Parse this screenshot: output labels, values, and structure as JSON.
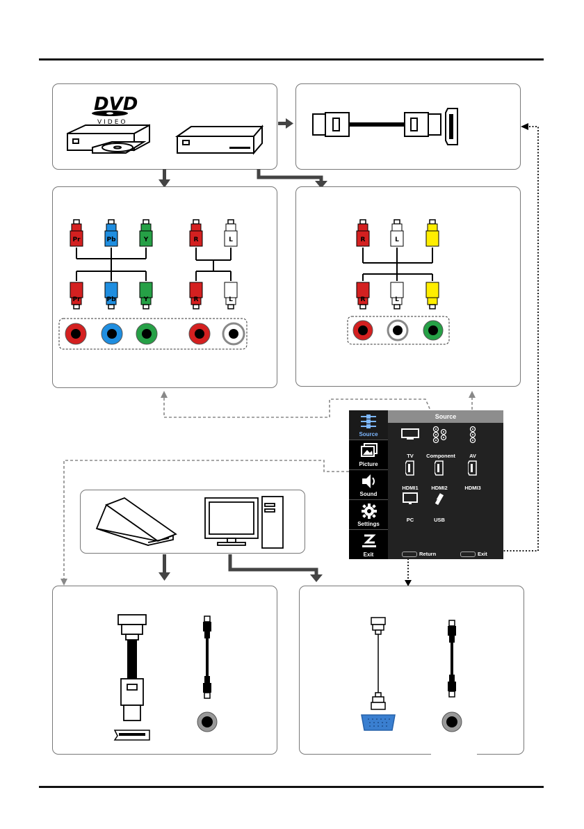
{
  "dvd_logo": {
    "word": "DVD",
    "sub": "VIDEO"
  },
  "component_labels": {
    "pr": "Pr",
    "pb": "Pb",
    "y": "Y",
    "r": "R",
    "l": "L"
  },
  "av_labels": {
    "r": "R",
    "l": "L"
  },
  "osd": {
    "sidebar": [
      "Source",
      "Picture",
      "Sound",
      "Settings",
      "Exit"
    ],
    "header": "Source",
    "sources": [
      "TV",
      "Component",
      "AV",
      "HDMI1",
      "HDMI2",
      "HDMI3",
      "PC",
      "USB"
    ],
    "footer": {
      "return_label": "Return",
      "exit_label": "Exit"
    }
  },
  "colors": {
    "red": "#d42020",
    "blue": "#1f8ee0",
    "green": "#26a046",
    "yellow": "#ffee00",
    "white": "#ffffff",
    "grey_border": "#777777",
    "vga_blue": "#3a7fd0"
  }
}
